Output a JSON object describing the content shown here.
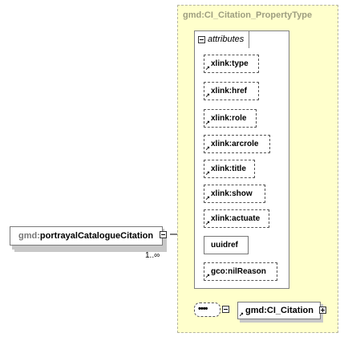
{
  "type": {
    "title": "gmd:CI_Citation_PropertyType",
    "group_label": "attributes"
  },
  "root": {
    "prefix": "gmd:",
    "name": "portrayalCatalogueCitation",
    "multiplicity": "1..∞"
  },
  "attributes": [
    {
      "label": "xlink:type"
    },
    {
      "label": "xlink:href"
    },
    {
      "label": "xlink:role"
    },
    {
      "label": "xlink:arcrole"
    },
    {
      "label": "xlink:title"
    },
    {
      "label": "xlink:show"
    },
    {
      "label": "xlink:actuate"
    },
    {
      "label": "uuidref"
    },
    {
      "label": "gco:nilReason"
    }
  ],
  "child": {
    "label": "gmd:CI_Citation",
    "compositor": "sequence"
  }
}
